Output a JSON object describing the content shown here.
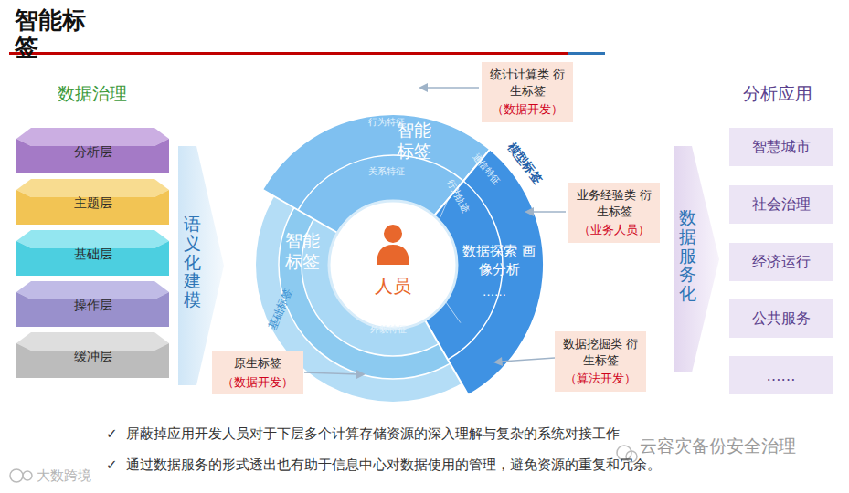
{
  "diagram": {
    "title": "智能标签",
    "nodes": [
      {
        "text": [
          "分析层"
        ]
      },
      {
        "text": [
          "主题层"
        ]
      },
      {
        "text": [
          "基础层"
        ]
      },
      {
        "text": [
          "操作层"
        ]
      },
      {
        "text": [
          "缓冲层"
        ]
      },
      {
        "text": [
          "语义化建模"
        ]
      },
      {
        "text": [
          "统计计算类 衍生标签",
          "（数据开发）"
        ]
      },
      {
        "text": [
          "业务经验类 衍生标签",
          "（业务人员）"
        ]
      },
      {
        "text": [
          "数据挖掘类 衍生标签",
          "（算法开发）"
        ]
      },
      {
        "text": [
          "原生标签",
          "（数据开发）"
        ]
      },
      {
        "text": [
          "数据服务化"
        ]
      },
      {
        "text": [
          "智慧城市"
        ]
      },
      {
        "text": [
          "社会治理"
        ]
      },
      {
        "text": [
          "经济运行"
        ]
      },
      {
        "text": [
          "公共服务"
        ]
      },
      {
        "text": [
          "……"
        ]
      }
    ],
    "labels": [
      "数据治理",
      "分析应用",
      "人员",
      "智能标签",
      "智能标签",
      "数据探索 画像分析",
      "……",
      "行为特征",
      "关系特征",
      "外貌特征",
      "通信特征",
      "行为轨迹",
      "模型标签",
      "基础标签",
      "✓",
      "屏蔽掉应用开发人员对于下层多个计算存储资源的深入理解与复杂的系统对接工作",
      "✓",
      "通过数据服务的形式透出也有助于信息中心对数据使用的管理，避免资源的重复和冗余。",
      "云容灾备份安全治理",
      "大数跨境"
    ]
  }
}
